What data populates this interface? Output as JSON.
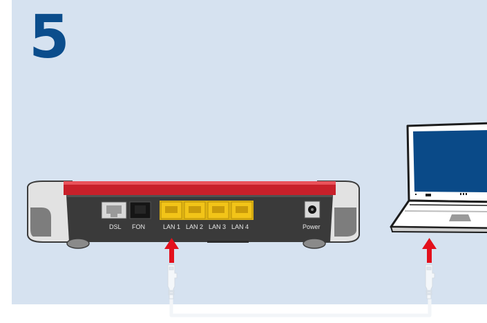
{
  "step": {
    "number": "5"
  },
  "router": {
    "ports": {
      "dsl": "DSL",
      "fon": "FON",
      "lan1": "LAN 1",
      "lan2": "LAN 2",
      "lan3": "LAN 3",
      "lan4": "LAN 4",
      "power": "Power"
    }
  },
  "colors": {
    "background": "#d6e2f0",
    "step_number": "#0b4d8c",
    "router_top": "#c8202a",
    "lan_port": "#f2c418",
    "arrow": "#e3101c",
    "laptop_screen": "#0a4a88"
  },
  "icons": [
    "router",
    "laptop",
    "lan-cable",
    "up-arrow"
  ]
}
